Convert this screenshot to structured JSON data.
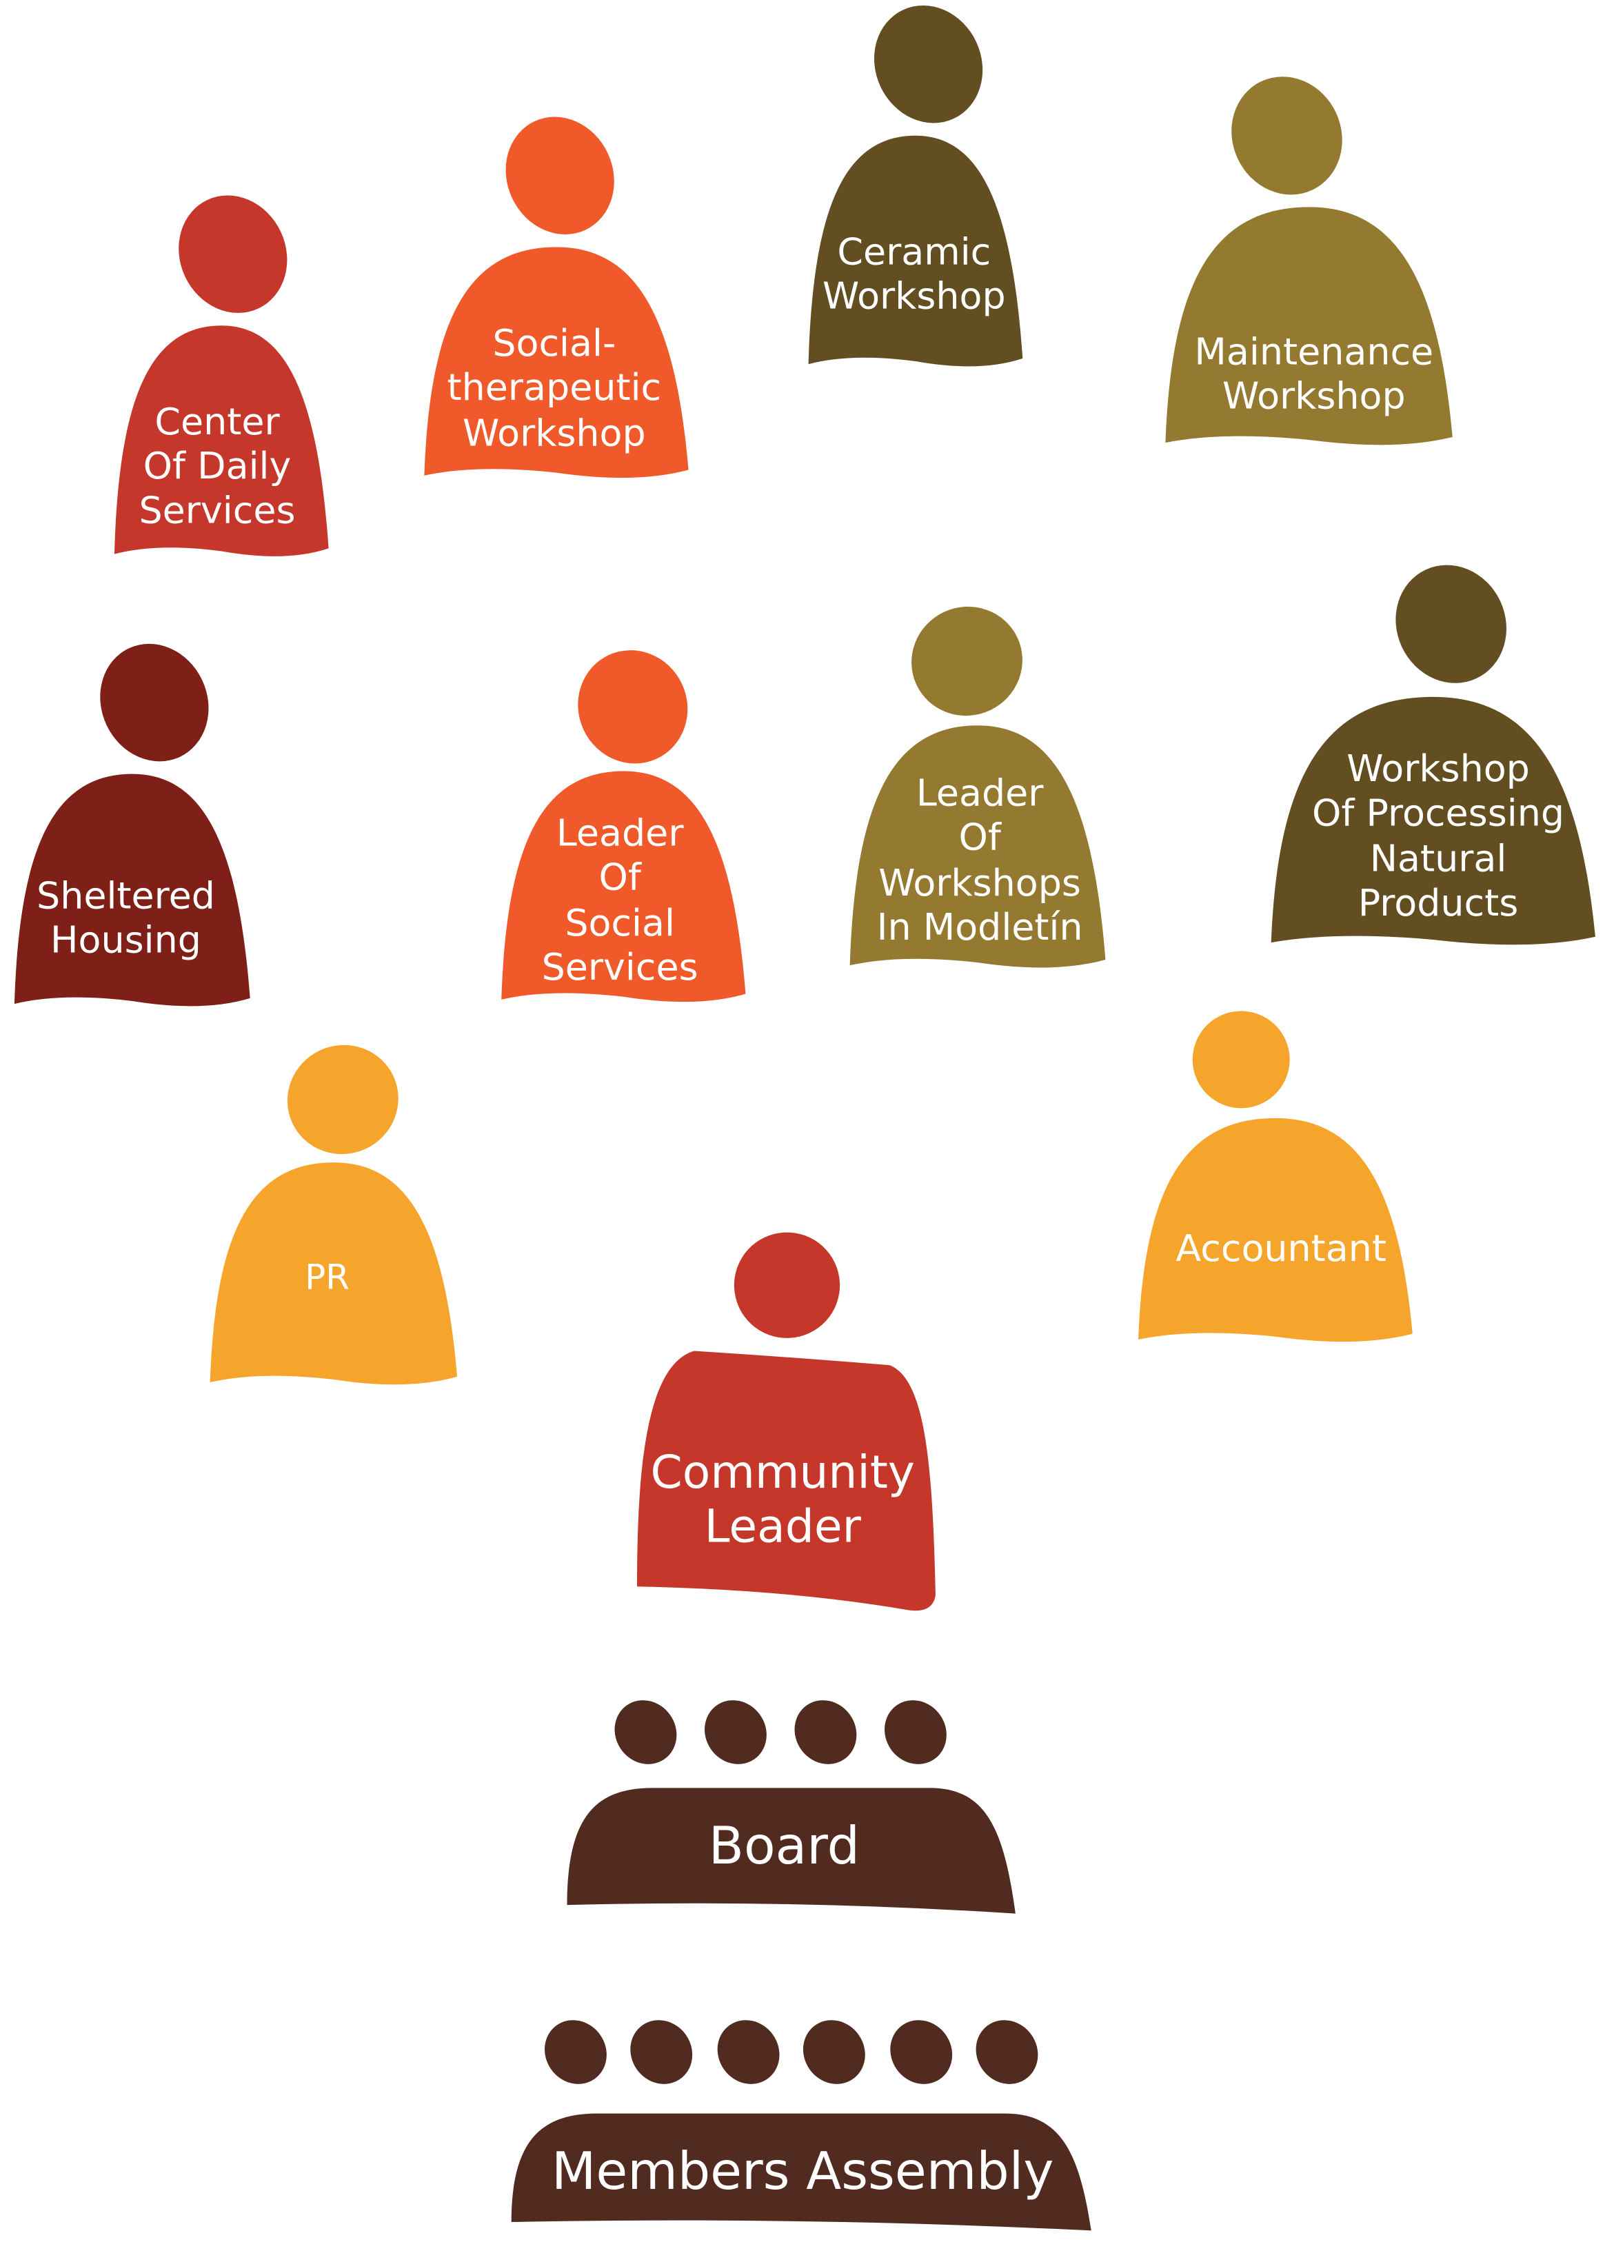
{
  "title": "Organizational structure",
  "colors": {
    "red": "#c4372a",
    "orange": "#f05a2a",
    "dark_olive": "#624e21",
    "olive": "#947a30",
    "maroon": "#7e2018",
    "amber": "#f5a52b",
    "brown": "#522b20"
  },
  "figures": [
    {
      "id": "center-of-daily-services",
      "lines": [
        "Center",
        "Of Daily",
        "Services"
      ],
      "color": "red"
    },
    {
      "id": "social-therapeutic-workshop",
      "lines": [
        "Social-",
        "therapeutic",
        "Workshop"
      ],
      "color": "orange"
    },
    {
      "id": "ceramic-workshop",
      "lines": [
        "Ceramic",
        "Workshop"
      ],
      "color": "dark_olive"
    },
    {
      "id": "maintenance-workshop",
      "lines": [
        "Maintenance",
        "Workshop"
      ],
      "color": "olive"
    },
    {
      "id": "sheltered-housing",
      "lines": [
        "Sheltered",
        "Housing"
      ],
      "color": "maroon"
    },
    {
      "id": "leader-of-social-services",
      "lines": [
        "Leader",
        "Of",
        "Social",
        "Services"
      ],
      "color": "orange"
    },
    {
      "id": "leader-of-workshops-in-modletin",
      "lines": [
        "Leader",
        "Of",
        "Workshops",
        "In Modletín"
      ],
      "color": "olive"
    },
    {
      "id": "workshop-of-processing-natural-products",
      "lines": [
        "Workshop",
        "Of Processing",
        "Natural",
        "Products"
      ],
      "color": "dark_olive"
    },
    {
      "id": "pr",
      "lines": [
        "PR"
      ],
      "color": "amber"
    },
    {
      "id": "accountant",
      "lines": [
        "Accountant"
      ],
      "color": "amber"
    },
    {
      "id": "community-leader",
      "lines": [
        "Community",
        "Leader"
      ],
      "color": "red"
    }
  ],
  "groups": [
    {
      "id": "board",
      "label": "Board",
      "members": 4,
      "color": "brown"
    },
    {
      "id": "members-assembly",
      "label": "Members Assembly",
      "members": 6,
      "color": "brown"
    }
  ]
}
